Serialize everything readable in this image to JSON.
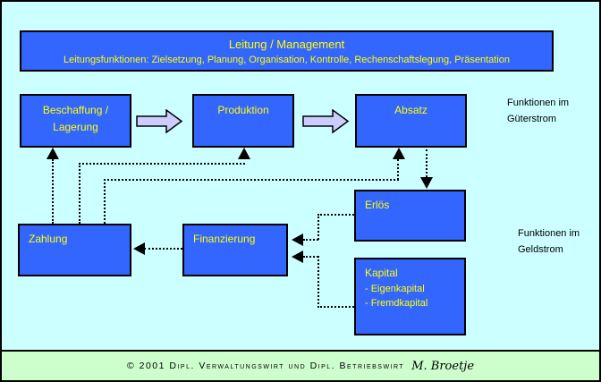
{
  "management": {
    "title": "Leitung / Management",
    "subtitle": "Leitungsfunktionen: Zielsetzung, Planung, Organisation, Kontrolle, Rechenschaftslegung, Präsentation"
  },
  "boxes": {
    "beschaffung_line1": "Beschaffung /",
    "beschaffung_line2": "Lagerung",
    "produktion": "Produktion",
    "absatz": "Absatz",
    "erloes": "Erlös",
    "zahlung": "Zahlung",
    "finanzierung": "Finanzierung",
    "kapital_title": "Kapital",
    "kapital_item1": "- Eigenkapital",
    "kapital_item2": "- Fremdkapital"
  },
  "side_labels": {
    "gueterstrom_line1": "Funktionen im",
    "gueterstrom_line2": "Güterstrom",
    "geldstrom_line1": "Funktionen im",
    "geldstrom_line2": "Geldstrom"
  },
  "footer": {
    "copyright": "© 2001 Dipl. Verwaltungswirt und Dipl. Betriebswirt",
    "signature": "M. Broetje"
  },
  "colors": {
    "background": "#ccffff",
    "box_fill": "#3366ff",
    "box_text": "#ffff00",
    "flow_arrow_fill": "#ccccff",
    "footer_bg": "#ccffcc",
    "connector": "#000000"
  }
}
